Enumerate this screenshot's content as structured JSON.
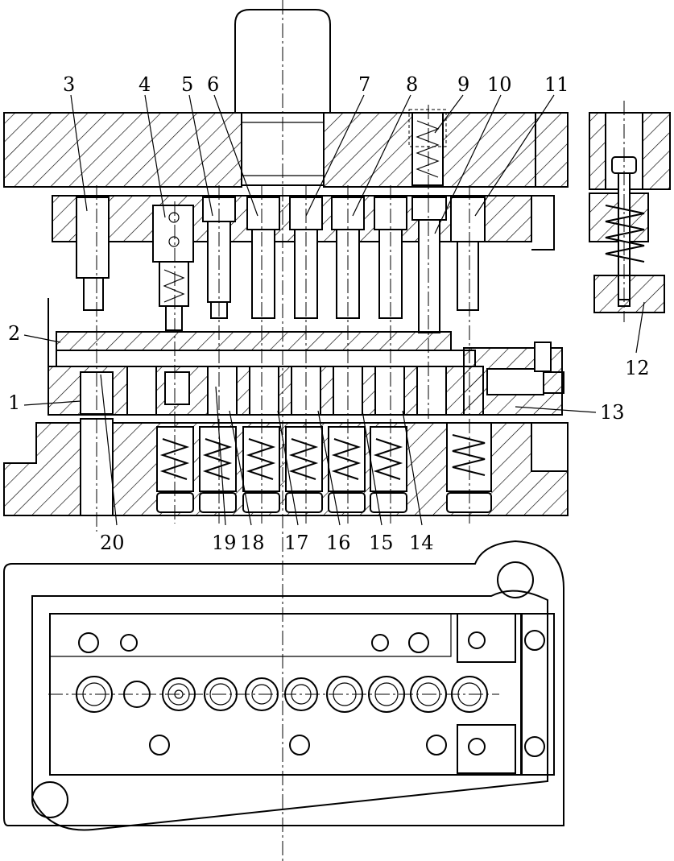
{
  "colors": {
    "ink": "#000000",
    "paper": "#ffffff"
  },
  "callouts": [
    {
      "id": "c1",
      "text": "1"
    },
    {
      "id": "c2",
      "text": "2"
    },
    {
      "id": "c3",
      "text": "3"
    },
    {
      "id": "c4",
      "text": "4"
    },
    {
      "id": "c5",
      "text": "5"
    },
    {
      "id": "c6",
      "text": "6"
    },
    {
      "id": "c7",
      "text": "7"
    },
    {
      "id": "c8",
      "text": "8"
    },
    {
      "id": "c9",
      "text": "9"
    },
    {
      "id": "c10",
      "text": "10"
    },
    {
      "id": "c11",
      "text": "11"
    },
    {
      "id": "c12",
      "text": "12"
    },
    {
      "id": "c13",
      "text": "13"
    },
    {
      "id": "c14",
      "text": "14"
    },
    {
      "id": "c15",
      "text": "15"
    },
    {
      "id": "c16",
      "text": "16"
    },
    {
      "id": "c17",
      "text": "17"
    },
    {
      "id": "c18",
      "text": "18"
    },
    {
      "id": "c19",
      "text": "19"
    },
    {
      "id": "c20",
      "text": "20"
    }
  ]
}
